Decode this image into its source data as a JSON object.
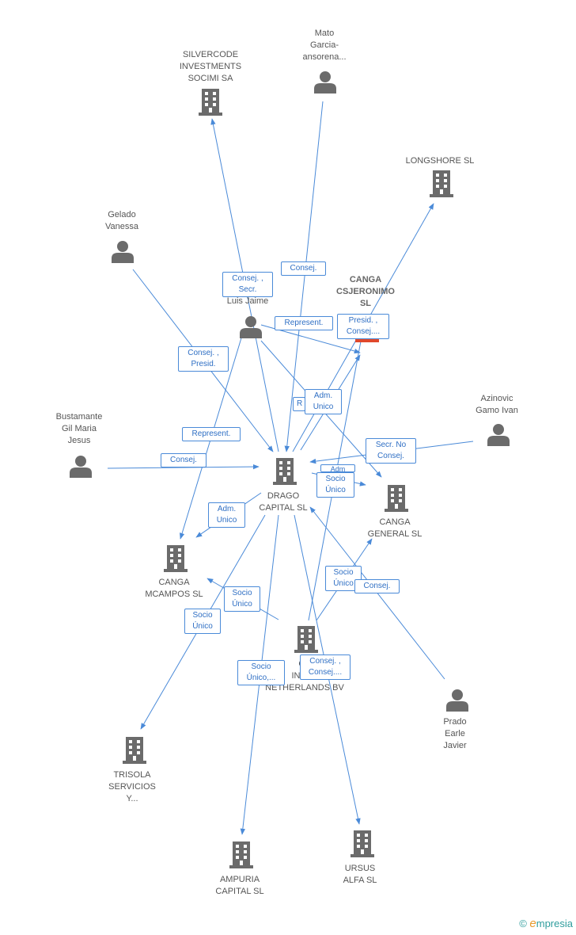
{
  "colors": {
    "edge": "#4a8ad8",
    "icon": "#6b6b6b",
    "main_marker": "#e0482c"
  },
  "nodes": [
    {
      "id": "silvercode",
      "type": "company",
      "label": "SILVERCODE\nINVESTMENTS\nSOCIMI SA"
    },
    {
      "id": "mato",
      "type": "person",
      "label": "Mato\nGarcia-\nansorena..."
    },
    {
      "id": "longshore",
      "type": "company",
      "label": "LONGSHORE SL"
    },
    {
      "id": "gelado",
      "type": "person",
      "label": "Gelado\nVanessa"
    },
    {
      "id": "canga_csj",
      "type": "company",
      "label": "CANGA\nCSJERONIMO\nSL",
      "main": true
    },
    {
      "id": "luis",
      "type": "person",
      "label": "Luis Jaime"
    },
    {
      "id": "azinovic",
      "type": "person",
      "label": "Azinovic\nGamo Ivan"
    },
    {
      "id": "bustamante",
      "type": "person",
      "label": "Bustamante\nGil Maria\nJesus"
    },
    {
      "id": "drago",
      "type": "company",
      "label": "DRAGO\nCAPITAL SL"
    },
    {
      "id": "canga_general",
      "type": "company",
      "label": "CANGA\nGENERAL SL"
    },
    {
      "id": "canga_mcampos",
      "type": "company",
      "label": "CANGA\nMCAMPOS SL"
    },
    {
      "id": "canga_int",
      "type": "company",
      "label": "CA\nINTER\nNETHERLANDS BV"
    },
    {
      "id": "prado",
      "type": "person",
      "label": "Prado\nEarle\nJavier"
    },
    {
      "id": "trisola",
      "type": "company",
      "label": "TRISOLA\nSERVICIOS\nY..."
    },
    {
      "id": "ampuria",
      "type": "company",
      "label": "AMPURIA\nCAPITAL SL"
    },
    {
      "id": "ursus",
      "type": "company",
      "label": "URSUS\nALFA SL"
    }
  ],
  "edge_labels": [
    "Consej. ,\nSecr.",
    "Consej.",
    "Represent.",
    "Presid. ,\nConsej....",
    "Consej. ,\nPresid.",
    "Adm.\nUnico",
    "R",
    "Represent.",
    "Secr. No\nConsej.",
    "Consej.",
    "Adm",
    "Socio\nÚnico",
    "Adm.\nUnico",
    "Socio\nÚnico",
    "Consej.",
    "Socio\nÚnico",
    "Socio\nÚnico",
    "Consej. ,\nConsej....",
    "Socio\nÚnico,..."
  ],
  "footer": {
    "copyright": "©",
    "brand_initial": "e",
    "brand_rest": "mpresia"
  }
}
